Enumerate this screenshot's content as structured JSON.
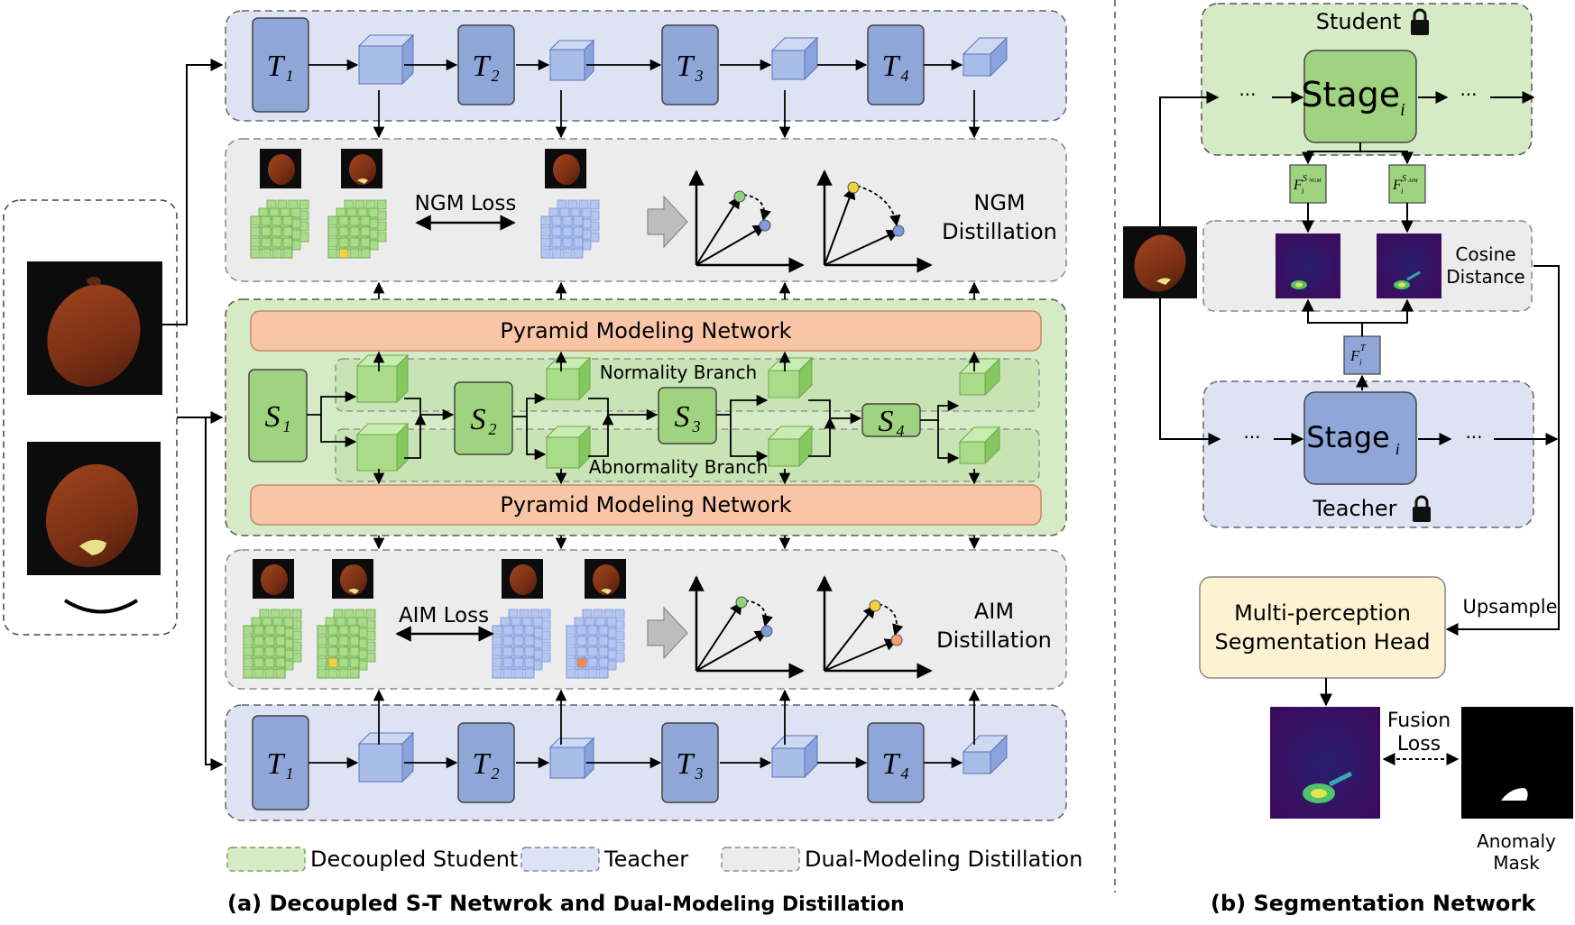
{
  "labels": {
    "ngm_loss": "NGM Loss",
    "ngm_distill_1": "NGM",
    "ngm_distill_2": "Distillation",
    "pmn_top": "Pyramid Modeling Network",
    "pmn_bottom": "Pyramid Modeling Network",
    "normality_branch": "Normality Branch",
    "abnormality_branch": "Abnormality Branch",
    "aim_loss": "AIM Loss",
    "aim_distill_1": "AIM",
    "aim_distill_2": "Distillation",
    "student": "Student",
    "teacher": "Teacher",
    "stage": "Stage",
    "stage_sub": "i",
    "ellipsis": "···",
    "cosine_1": "Cosine",
    "cosine_2": "Distance",
    "upsample": "Upsample",
    "head_1": "Multi-perception",
    "head_2": "Segmentation Head",
    "fusion_1": "Fusion",
    "fusion_2": "Loss",
    "anomaly_1": "Anomaly",
    "anomaly_2": "Mask"
  },
  "teacher_blocks": [
    {
      "name": "T",
      "sub": "1"
    },
    {
      "name": "T",
      "sub": "2"
    },
    {
      "name": "T",
      "sub": "3"
    },
    {
      "name": "T",
      "sub": "4"
    }
  ],
  "student_blocks": [
    {
      "name": "S",
      "sub": "1"
    },
    {
      "name": "S",
      "sub": "2"
    },
    {
      "name": "S",
      "sub": "3"
    },
    {
      "name": "S",
      "sub": "4"
    }
  ],
  "feature_labels": {
    "f_base": "F",
    "f_sub": "i",
    "f_ngm_sup": "S",
    "f_ngm_supsub": "NGM",
    "f_aim_sup": "S",
    "f_aim_supsub": "AIM",
    "f_t_sup": "T"
  },
  "legend": [
    {
      "label": "Decoupled Student",
      "fill": "#d5ebc5",
      "stroke": "#7aa45a"
    },
    {
      "label": "Teacher",
      "fill": "#dee3f4",
      "stroke": "#7f8ab4"
    },
    {
      "label": "Dual-Modeling Distillation",
      "fill": "#ececec",
      "stroke": "#8c8c8c"
    }
  ],
  "captions": {
    "a_prefix": "(a) Decoupled S-T Netwrok and ",
    "a_suffix": "Dual-Modeling Distillation",
    "b": "(b) Segmentation Network"
  },
  "colors": {
    "student_fill": "#d5ebc5",
    "teacher_fill": "#dee3f4",
    "distill_fill": "#ececec",
    "teacher_block": "#8fa6d9",
    "student_block": "#9fd37f",
    "pmn_fill": "#f8c6a6",
    "head_fill": "#fdf3d3"
  }
}
